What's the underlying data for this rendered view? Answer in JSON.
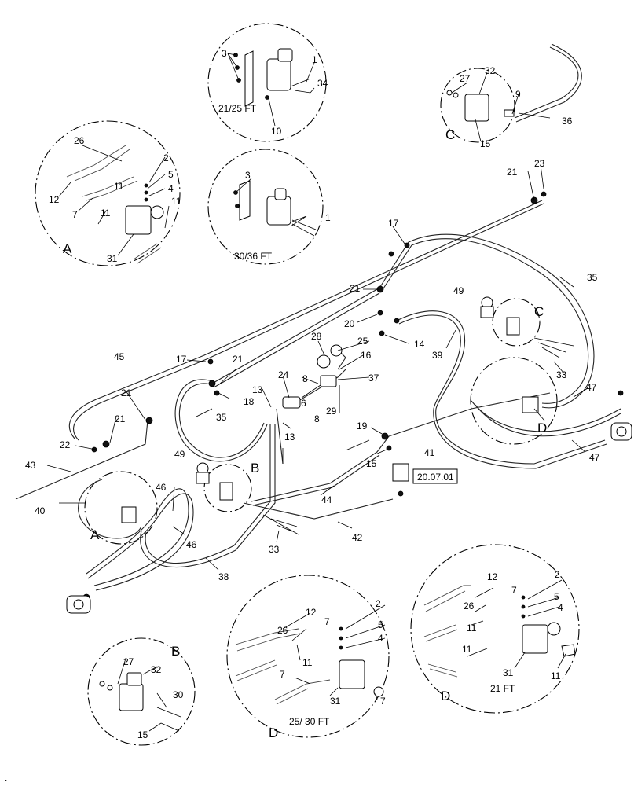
{
  "callouts": {
    "c1": "1",
    "c2": "2",
    "c3": "3",
    "c4": "4",
    "c5": "5",
    "c6": "6",
    "c7": "7",
    "c8": "8",
    "c9": "9",
    "c10": "10",
    "c11": "11",
    "c12": "12",
    "c13": "13",
    "c14": "14",
    "c15": "15",
    "c16": "16",
    "c17": "17",
    "c18": "18",
    "c19": "19",
    "c20": "20",
    "c21": "21",
    "c22": "22",
    "c23": "23",
    "c24": "24",
    "c25": "25",
    "c26": "26",
    "c27": "27",
    "c28": "28",
    "c29": "29",
    "c30": "30",
    "c31": "31",
    "c32": "32",
    "c33": "33",
    "c34": "34",
    "c35": "35",
    "c36": "36",
    "c37": "37",
    "c38": "38",
    "c39": "39",
    "c40": "40",
    "c41": "41",
    "c42": "42",
    "c43": "43",
    "c44": "44",
    "c45": "45",
    "c46": "46",
    "c47": "47",
    "c49": "49"
  },
  "detail_letters": {
    "a": "A",
    "b": "B",
    "c": "C",
    "d": "D"
  },
  "size_labels": {
    "ft21_25": "21/25 FT",
    "ft30_36": "30/36 FT",
    "ft25_30": "25/ 30 FT",
    "ft21": "21 FT"
  },
  "reference": "20.07.01",
  "footer_mark": "."
}
